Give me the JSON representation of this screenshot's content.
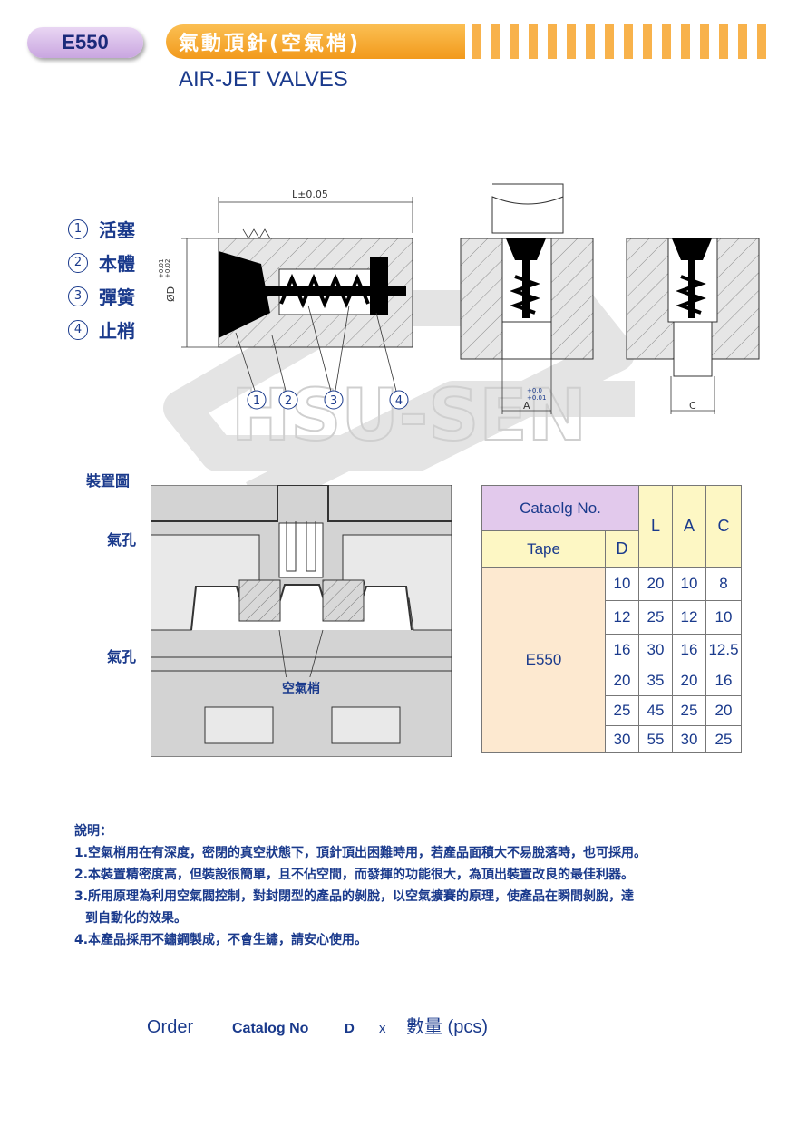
{
  "header": {
    "code": "E550",
    "title_cn": "氣動頂針(空氣梢)",
    "title_en": "AIR-JET VALVES"
  },
  "legend": [
    {
      "num": "1",
      "label": "活塞"
    },
    {
      "num": "2",
      "label": "本體"
    },
    {
      "num": "3",
      "label": "彈簧"
    },
    {
      "num": "4",
      "label": "止梢"
    }
  ],
  "drawing": {
    "length_label": "L±0.05",
    "diameter_label": "ØD",
    "diameter_tol_top": "+0.01",
    "diameter_tol_bottom": "+0.02",
    "callouts": [
      "1",
      "2",
      "3",
      "4"
    ],
    "a_tol_top": "+0.0",
    "a_tol_bottom": "+0.01",
    "a_label": "A",
    "c_label": "C",
    "watermark": "HSU-SEN"
  },
  "install": {
    "title": "裝置圖",
    "air_hole_1": "氣孔",
    "air_hole_2": "氣孔",
    "air_pin": "空氣梢"
  },
  "table": {
    "catalog_header": "Cataolg No.",
    "tape_header": "Tape",
    "col_d": "D",
    "col_l": "L",
    "col_a": "A",
    "col_c": "C",
    "model": "E550",
    "rows": [
      {
        "d": "10",
        "l": "20",
        "a": "10",
        "c": "8"
      },
      {
        "d": "12",
        "l": "25",
        "a": "12",
        "c": "10"
      },
      {
        "d": "16",
        "l": "30",
        "a": "16",
        "c": "12.5"
      },
      {
        "d": "20",
        "l": "35",
        "a": "20",
        "c": "16"
      },
      {
        "d": "25",
        "l": "45",
        "a": "25",
        "c": "20"
      },
      {
        "d": "30",
        "l": "55",
        "a": "30",
        "c": "25"
      }
    ]
  },
  "notes": {
    "title": "說明：",
    "items": [
      "1.空氣梢用在有深度，密閉的真空狀態下，頂針頂出困難時用，若產品面積大不易脫落時，也可採用。",
      "2.本裝置精密度高，但裝設很簡單，且不佔空間，而發揮的功能很大，為頂出裝置改良的最佳利器。",
      "3.所用原理為利用空氣閥控制，對封閉型的產品的剝脫，以空氣擴賽的原理，使產品在瞬間剝脫，達",
      "到自動化的效果。",
      "4.本產品採用不鏽鋼製成，不會生鏽，請安心使用。"
    ]
  },
  "order": {
    "label": "Order",
    "catalog": "Catalog No",
    "d": "D",
    "x": "x",
    "qty": "數量 (pcs)"
  },
  "colors": {
    "text_blue": "#1a3a8c",
    "orange": "#f29a1c",
    "lavender": "#e2c9ec",
    "cream": "#fdf7c4",
    "peach": "#fde9d0"
  }
}
